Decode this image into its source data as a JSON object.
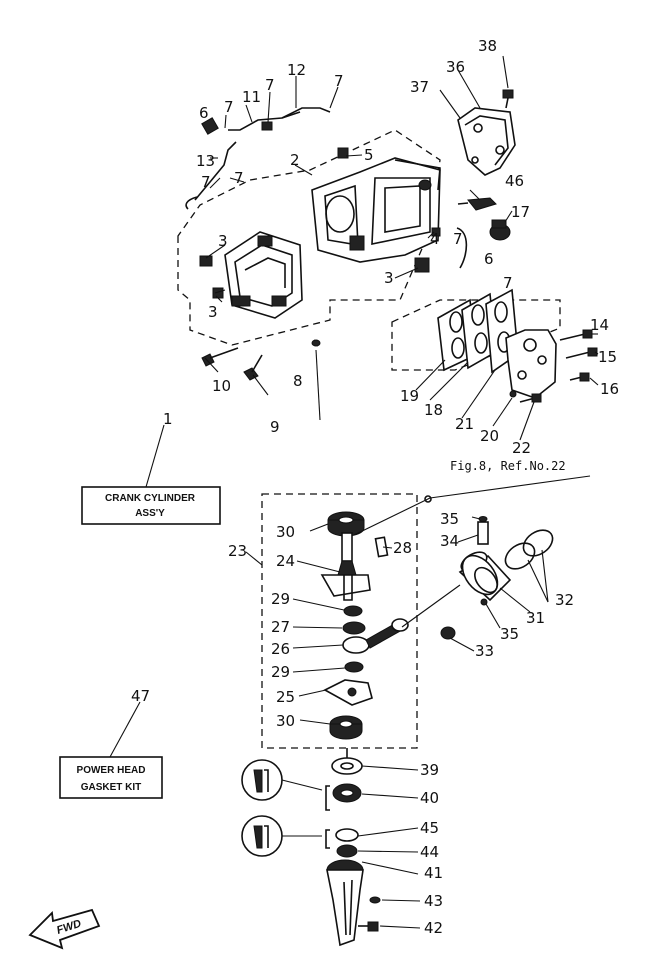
{
  "labels": {
    "crank_cylinder_box": [
      "CRANK CYLINDER",
      "ASS'Y"
    ],
    "gasket_kit_box": [
      "POWER HEAD",
      "GASKET KIT"
    ],
    "ref_note": "Fig.8, Ref.No.22",
    "fwd": "FWD"
  },
  "callouts": [
    "1",
    "2",
    "3",
    "3",
    "3",
    "4",
    "5",
    "6",
    "6",
    "7",
    "7",
    "7",
    "7",
    "7",
    "7",
    "7",
    "8",
    "9",
    "10",
    "11",
    "12",
    "13",
    "14",
    "15",
    "16",
    "17",
    "18",
    "19",
    "20",
    "21",
    "22",
    "23",
    "24",
    "25",
    "26",
    "27",
    "28",
    "29",
    "29",
    "30",
    "30",
    "31",
    "32",
    "33",
    "34",
    "35",
    "35",
    "36",
    "37",
    "38",
    "39",
    "40",
    "41",
    "42",
    "43",
    "44",
    "45",
    "46",
    "47"
  ]
}
